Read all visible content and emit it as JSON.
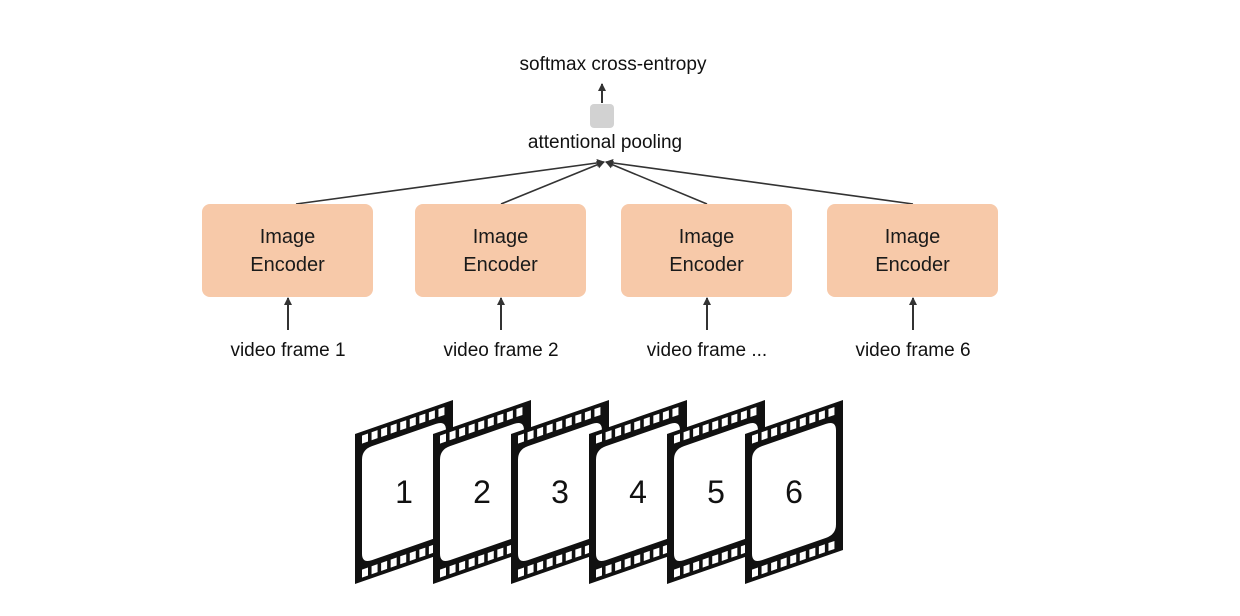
{
  "output": {
    "label": "softmax cross-entropy"
  },
  "pooling": {
    "label": "attentional pooling"
  },
  "encoders": [
    {
      "line1": "Image",
      "line2": "Encoder",
      "input": "video frame 1"
    },
    {
      "line1": "Image",
      "line2": "Encoder",
      "input": "video frame 2"
    },
    {
      "line1": "Image",
      "line2": "Encoder",
      "input": "video frame ..."
    },
    {
      "line1": "Image",
      "line2": "Encoder",
      "input": "video frame 6"
    }
  ],
  "film_frames": [
    "1",
    "2",
    "3",
    "4",
    "5",
    "6"
  ],
  "colors": {
    "encoder_fill": "#f7c9a9",
    "pool_node_fill": "#d2d2d2",
    "arrow": "#333333",
    "film": "#111111"
  }
}
